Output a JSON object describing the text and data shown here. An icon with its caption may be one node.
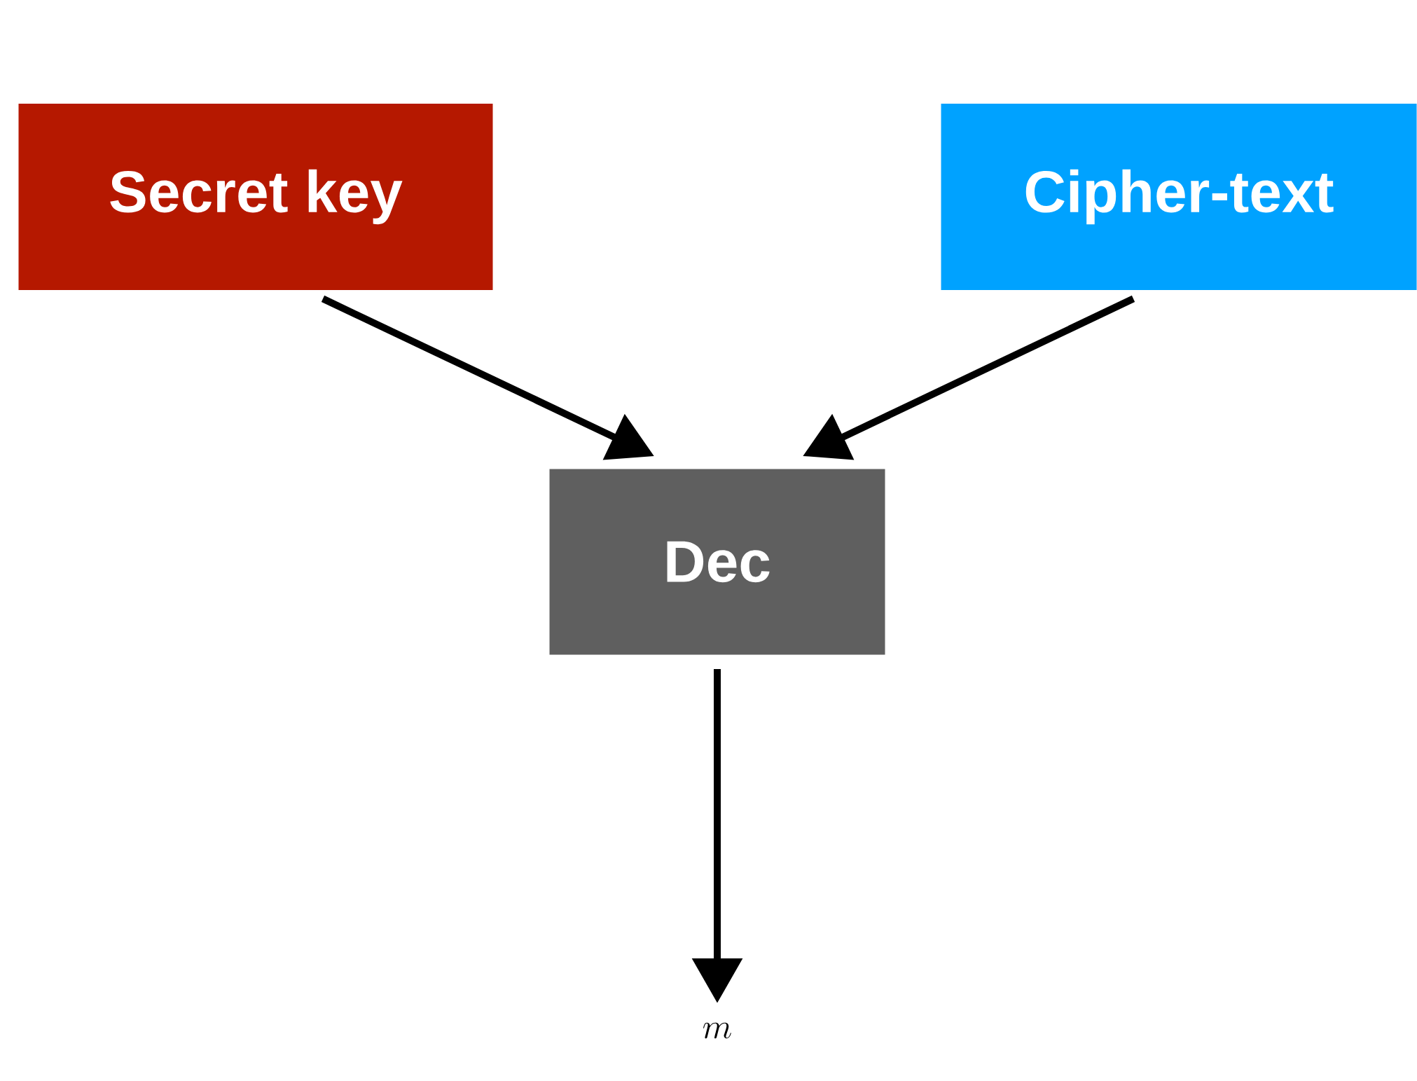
{
  "diagram": {
    "nodes": [
      {
        "text": [
          "Secret key"
        ]
      },
      {
        "text": [
          "Cipher-text"
        ]
      },
      {
        "text": [
          "Dec"
        ]
      },
      {
        "text": [
          "m"
        ]
      }
    ],
    "edges": [
      {
        "from": 0,
        "to": 2,
        "arrow": "to"
      },
      {
        "from": 1,
        "to": 2,
        "arrow": "to"
      },
      {
        "from": 2,
        "to": 3,
        "arrow": "to"
      }
    ]
  }
}
